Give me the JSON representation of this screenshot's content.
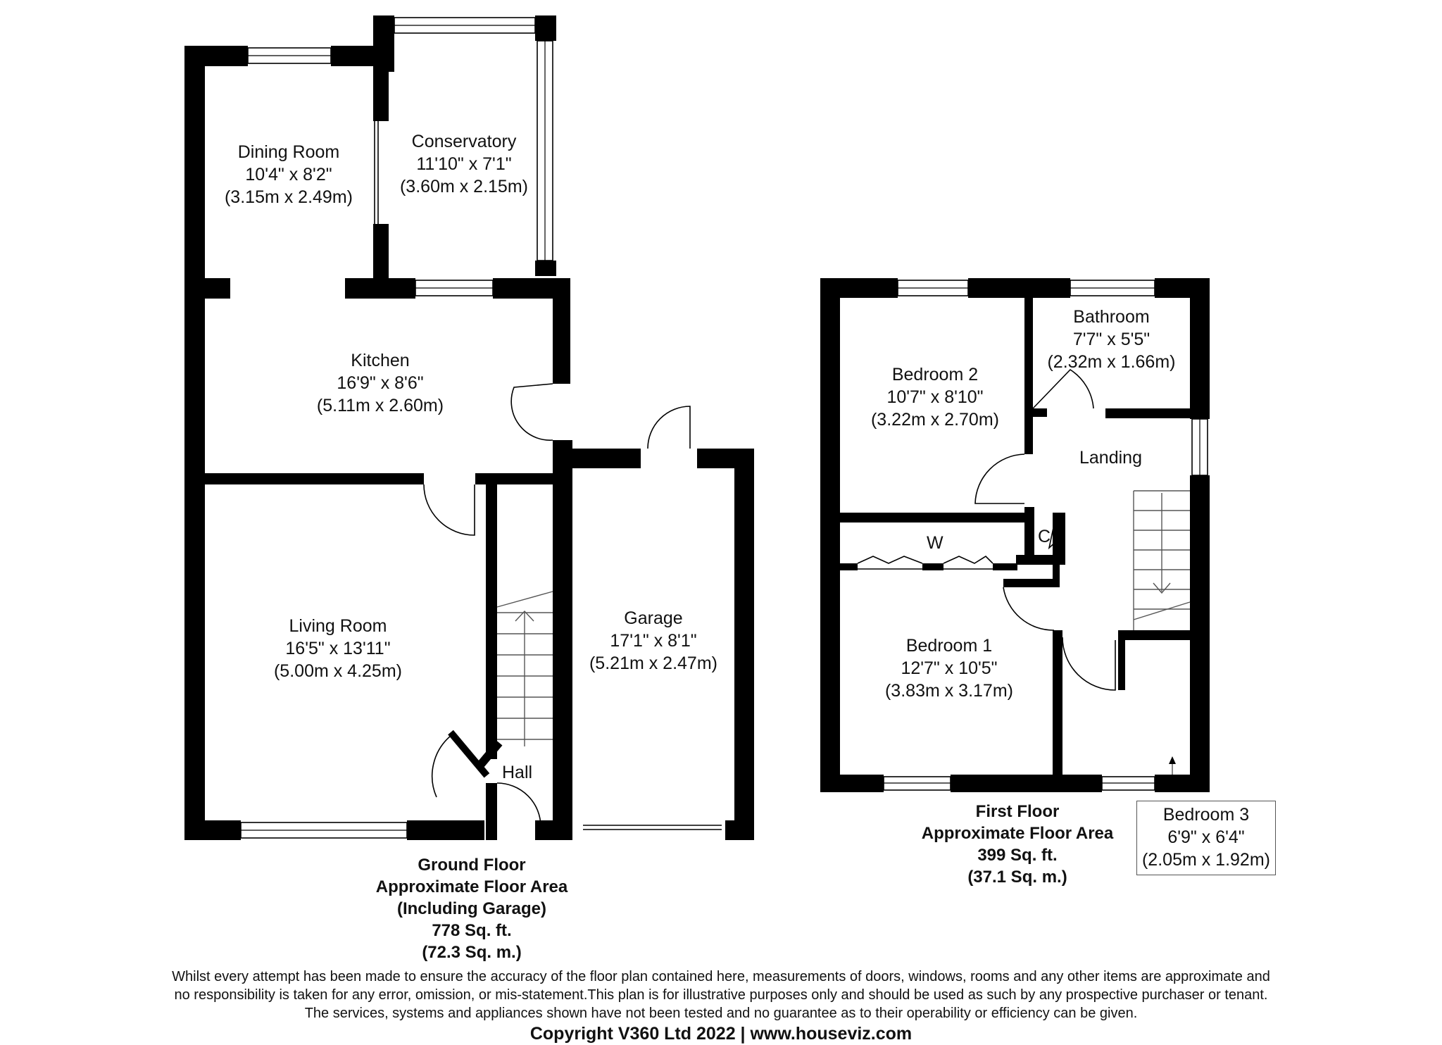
{
  "ground_floor": {
    "rooms": {
      "dining_room": {
        "name": "Dining Room",
        "imperial": "10'4\" x 8'2\"",
        "metric": "(3.15m x 2.49m)"
      },
      "conservatory": {
        "name": "Conservatory",
        "imperial": "11'10\" x 7'1\"",
        "metric": "(3.60m x 2.15m)"
      },
      "kitchen": {
        "name": "Kitchen",
        "imperial": "16'9\" x 8'6\"",
        "metric": "(5.11m x 2.60m)"
      },
      "living_room": {
        "name": "Living Room",
        "imperial": "16'5\" x 13'11\"",
        "metric": "(5.00m x 4.25m)"
      },
      "garage": {
        "name": "Garage",
        "imperial": "17'1\" x 8'1\"",
        "metric": "(5.21m x 2.47m)"
      },
      "hall": {
        "name": "Hall"
      }
    },
    "area": {
      "line1": "Ground Floor",
      "line2": "Approximate Floor Area",
      "line3": "(Including Garage)",
      "line4": "778 Sq. ft.",
      "line5": "(72.3 Sq. m.)"
    }
  },
  "first_floor": {
    "rooms": {
      "bathroom": {
        "name": "Bathroom",
        "imperial": "7'7\" x 5'5\"",
        "metric": "(2.32m x 1.66m)"
      },
      "bedroom_2": {
        "name": "Bedroom 2",
        "imperial": "10'7\" x 8'10\"",
        "metric": "(3.22m x 2.70m)"
      },
      "landing": {
        "name": "Landing"
      },
      "wardrobe": {
        "name": "W"
      },
      "cupboard": {
        "name": "C"
      },
      "bedroom_1": {
        "name": "Bedroom 1",
        "imperial": "12'7\" x 10'5\"",
        "metric": "(3.83m x 3.17m)"
      },
      "bedroom_3": {
        "name": "Bedroom 3",
        "imperial": "6'9\" x 6'4\"",
        "metric": "(2.05m x 1.92m)"
      }
    },
    "area": {
      "line1": "First Floor",
      "line2": "Approximate Floor Area",
      "line3": "399 Sq. ft.",
      "line4": "(37.1 Sq. m.)"
    }
  },
  "disclaimer": {
    "line1": "Whilst every attempt has been made to ensure the accuracy of the floor plan contained here, measurements of doors, windows, rooms and any other items are approximate and",
    "line2": "no responsibility is taken for any error, omission, or mis-statement.This plan is for illustrative purposes only and should be used as such by any prospective purchaser or tenant.",
    "line3": "The services, systems and appliances shown have not been tested and no guarantee as to their operability or efficiency can be given."
  },
  "copyright": "Copyright V360 Ltd 2022 | www.houseviz.com"
}
